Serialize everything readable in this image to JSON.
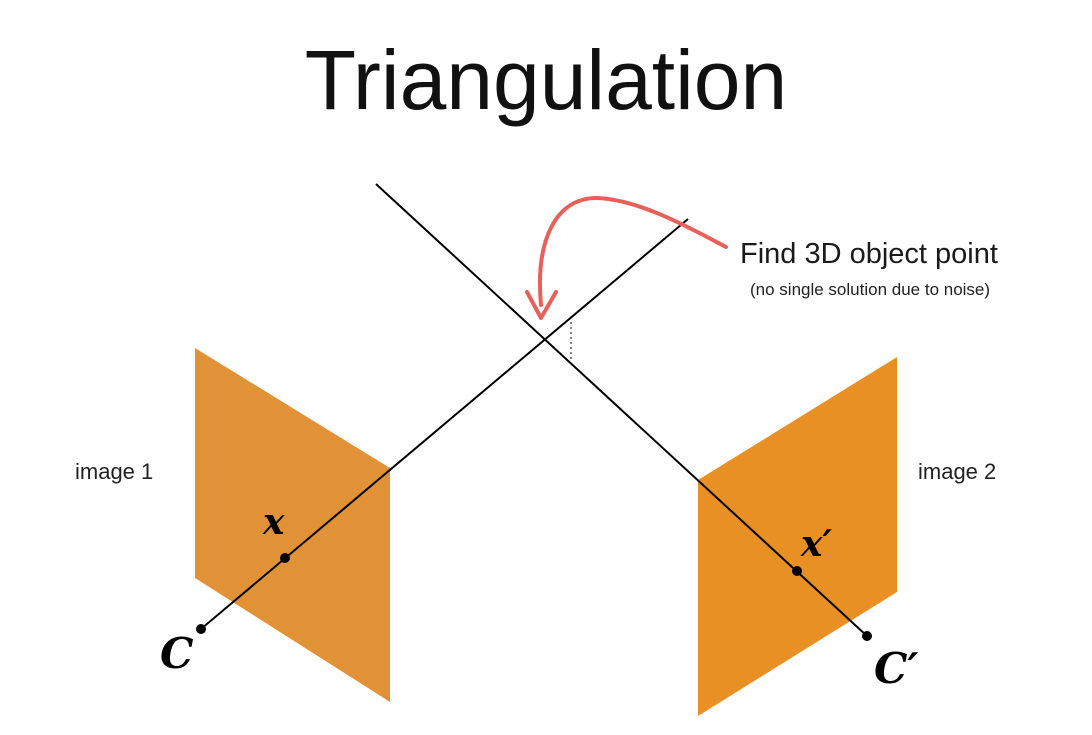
{
  "title": "Triangulation",
  "annotation": {
    "main": "Find 3D object point",
    "sub": "(no single solution due to noise)"
  },
  "image_labels": {
    "left": "image 1",
    "right": "image 2"
  },
  "math_labels": {
    "x": "x",
    "x_prime": "x′",
    "C": "C",
    "C_prime": "C′"
  },
  "colors": {
    "image_plane_left": "#e19237",
    "image_plane_right": "#e89024",
    "ray": "#000000",
    "arrow": "#e8605a",
    "text": "#111111"
  }
}
